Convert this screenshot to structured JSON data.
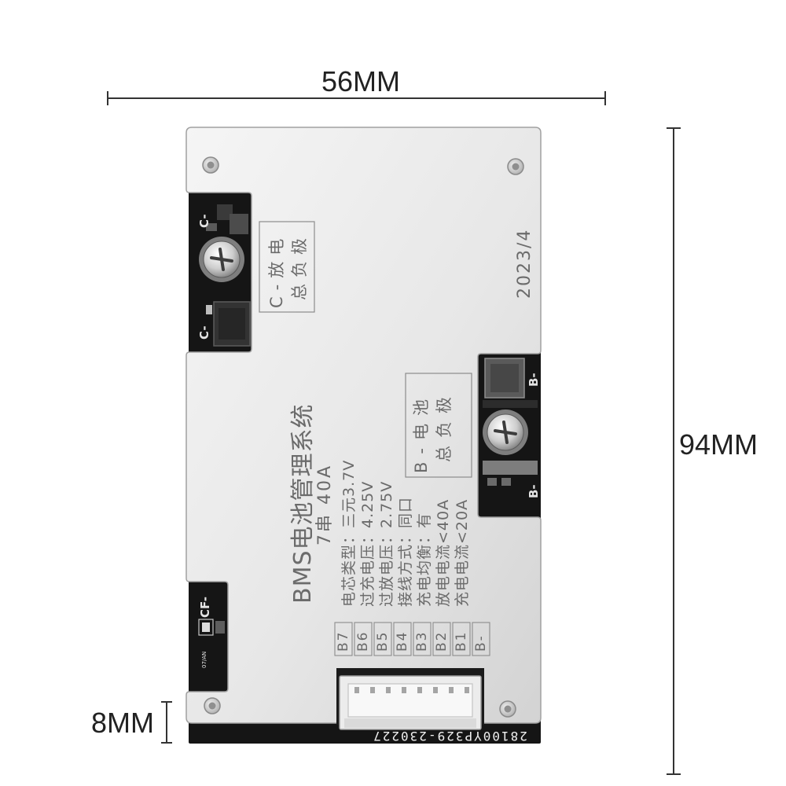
{
  "dimensions": {
    "width": "56MM",
    "height": "94MM",
    "thickness": "8MM"
  },
  "board": {
    "c_terminal": {
      "silk_top": "C-",
      "silk_bottom": "C-",
      "label_line1": "C-放电",
      "label_line2": "总负极"
    },
    "b_terminal": {
      "silk_top": "B-",
      "silk_bottom": "B-",
      "label_line1": "B-电池",
      "label_line2": "总负极"
    },
    "date": "2023/4",
    "title": "BMS电池管理系统",
    "config": "7串 40A",
    "specs": [
      "电芯类型：三元3.7V",
      "过充电压：4.25V",
      "过放电压：2.75V",
      "接线方式：同口",
      "充电均衡：有",
      "放电电流<40A",
      "充电电流<20A"
    ],
    "pins": [
      "B7",
      "B6",
      "B5",
      "B4",
      "B3",
      "B2",
      "B1",
      "B-"
    ],
    "cf_label": "CF-",
    "small_silk": "07/AN",
    "serial": "28100YP329-230227"
  },
  "colors": {
    "plate_light": "#f5f5f5",
    "plate_dark": "#d3d3d3",
    "pcb": "#151515",
    "print": "#6b6b6b",
    "silk": "#e4e4e4",
    "dimension": "#222222"
  }
}
